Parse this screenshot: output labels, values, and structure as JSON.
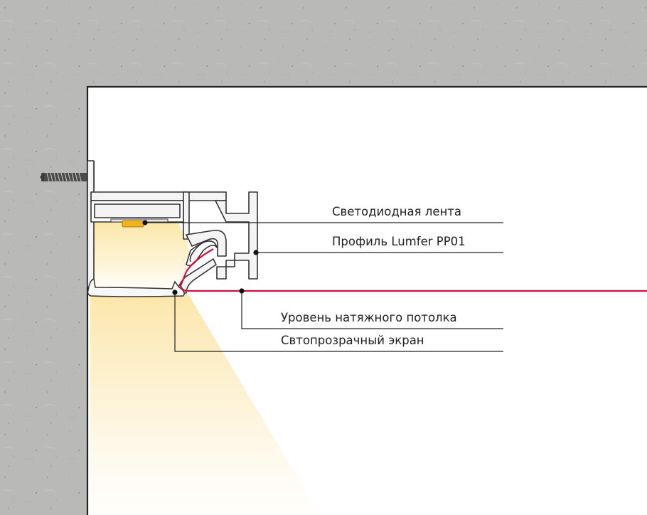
{
  "labels": {
    "led_strip": "Светодиодная лента",
    "profile": "Профиль Lumfer PP01",
    "ceiling_level": "Уровень натяжного потолка",
    "diffuser": "Свтопрозрачный экран"
  },
  "colors": {
    "concrete": "#b9b9b7",
    "interior": "#ffffff",
    "wall_edge": "#222222",
    "profile_fill": "#f4f4f4",
    "profile_stroke": "#333333",
    "stretch_ceiling": "#d0103a",
    "led": "#f2b21a",
    "light_glow": "#fbe7a8",
    "leader_line": "#222222"
  },
  "icons": [
    "screw-icon"
  ]
}
